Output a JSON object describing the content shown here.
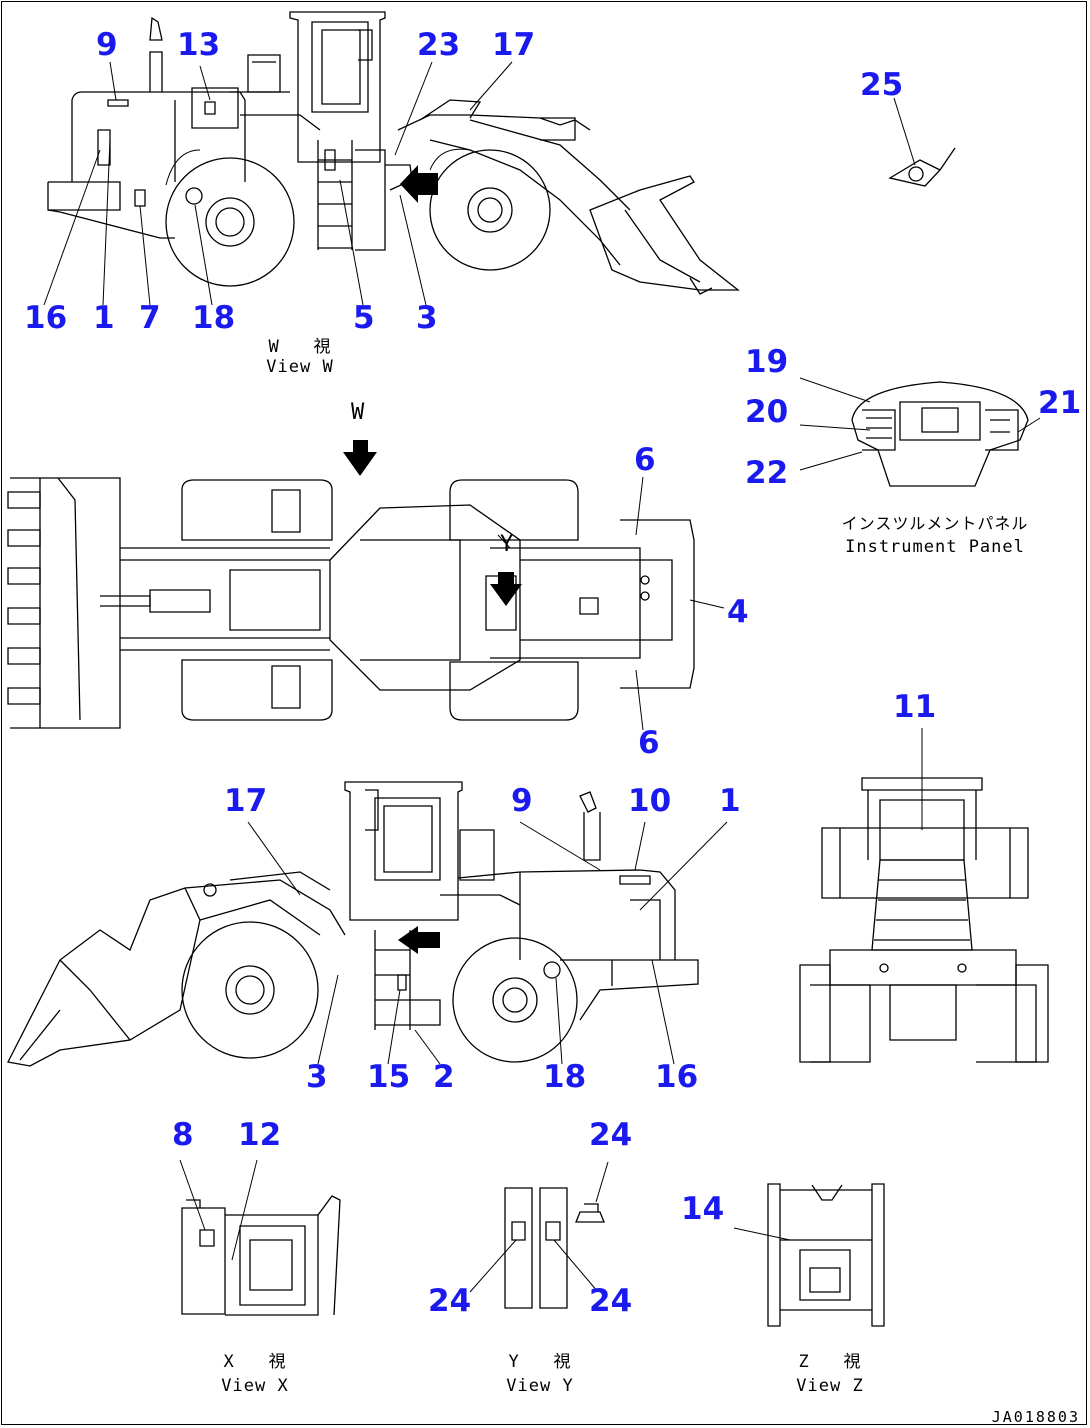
{
  "document_id": "JA018803",
  "views": [
    {
      "id": "view-w",
      "caption_jp": "W   視",
      "caption_en": "View W",
      "callouts": [
        "9",
        "13",
        "23",
        "17",
        "16",
        "1",
        "7",
        "18",
        "5",
        "3"
      ]
    },
    {
      "id": "top-view",
      "arrow_labels": [
        "W",
        "Y"
      ],
      "callouts": [
        "6",
        "4",
        "6"
      ]
    },
    {
      "id": "instrument-panel",
      "caption_jp": "インスツルメントパネル",
      "caption_en": "Instrument Panel",
      "callouts": [
        "25",
        "19",
        "20",
        "21",
        "22"
      ]
    },
    {
      "id": "side-view-left",
      "callouts": [
        "17",
        "9",
        "10",
        "1",
        "3",
        "15",
        "2",
        "18",
        "16"
      ]
    },
    {
      "id": "rear-view",
      "callouts": [
        "11"
      ]
    },
    {
      "id": "view-x",
      "caption_jp": "X   視",
      "caption_en": "View X",
      "callouts": [
        "8",
        "12"
      ]
    },
    {
      "id": "view-y",
      "caption_jp": "Y   視",
      "caption_en": "View Y",
      "callouts": [
        "24",
        "24",
        "24"
      ]
    },
    {
      "id": "view-z",
      "caption_jp": "Z   視",
      "caption_en": "View Z",
      "callouts": [
        "14"
      ]
    }
  ],
  "colors": {
    "callout": "#1a1aee",
    "line": "#000000",
    "background": "#ffffff"
  }
}
